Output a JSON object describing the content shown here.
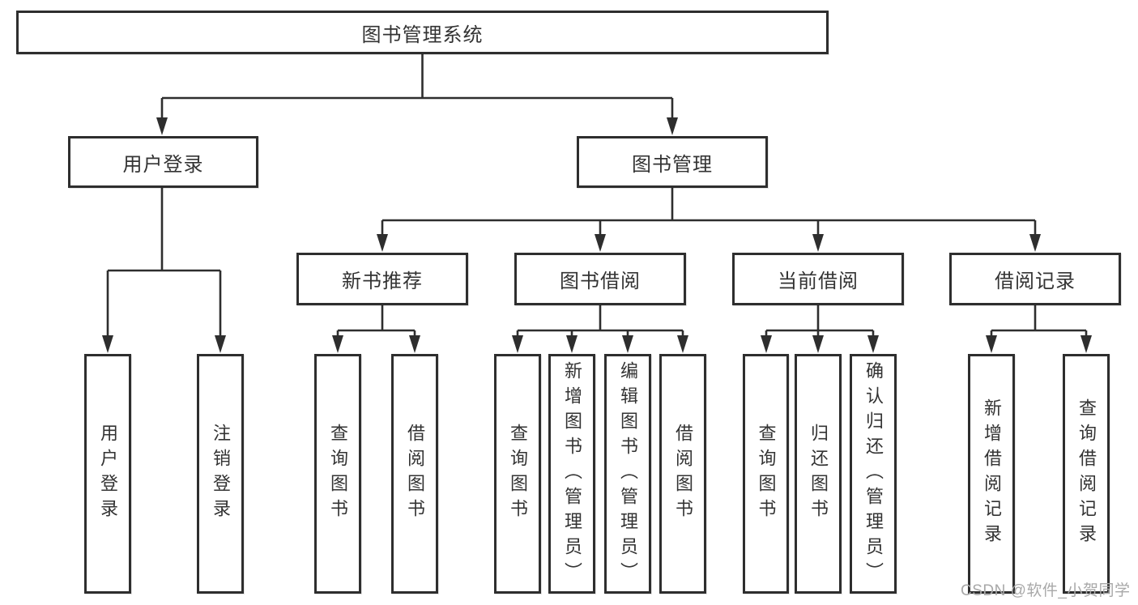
{
  "colors": {
    "line": "#2e2e2e",
    "text": "#333333",
    "watermark": "#a8a8a8",
    "background": "#ffffff"
  },
  "watermark": {
    "text": "CSDN @软件_小贺同学"
  },
  "tree": {
    "root": "图书管理系统",
    "children": [
      {
        "label": "用户登录",
        "children": [
          {
            "label": "用户登录"
          },
          {
            "label": "注销登录"
          }
        ]
      },
      {
        "label": "图书管理",
        "children": [
          {
            "label": "新书推荐",
            "children": [
              {
                "label": "查询图书"
              },
              {
                "label": "借阅图书"
              }
            ]
          },
          {
            "label": "图书借阅",
            "children": [
              {
                "label": "查询图书"
              },
              {
                "label": "新增图书（管理员）"
              },
              {
                "label": "编辑图书（管理员）"
              },
              {
                "label": "借阅图书"
              }
            ]
          },
          {
            "label": "当前借阅",
            "children": [
              {
                "label": "查询图书"
              },
              {
                "label": "归还图书"
              },
              {
                "label": "确认归还（管理员）"
              }
            ]
          },
          {
            "label": "借阅记录",
            "children": [
              {
                "label": "新增借阅记录"
              },
              {
                "label": "查询借阅记录"
              }
            ]
          }
        ]
      }
    ]
  }
}
